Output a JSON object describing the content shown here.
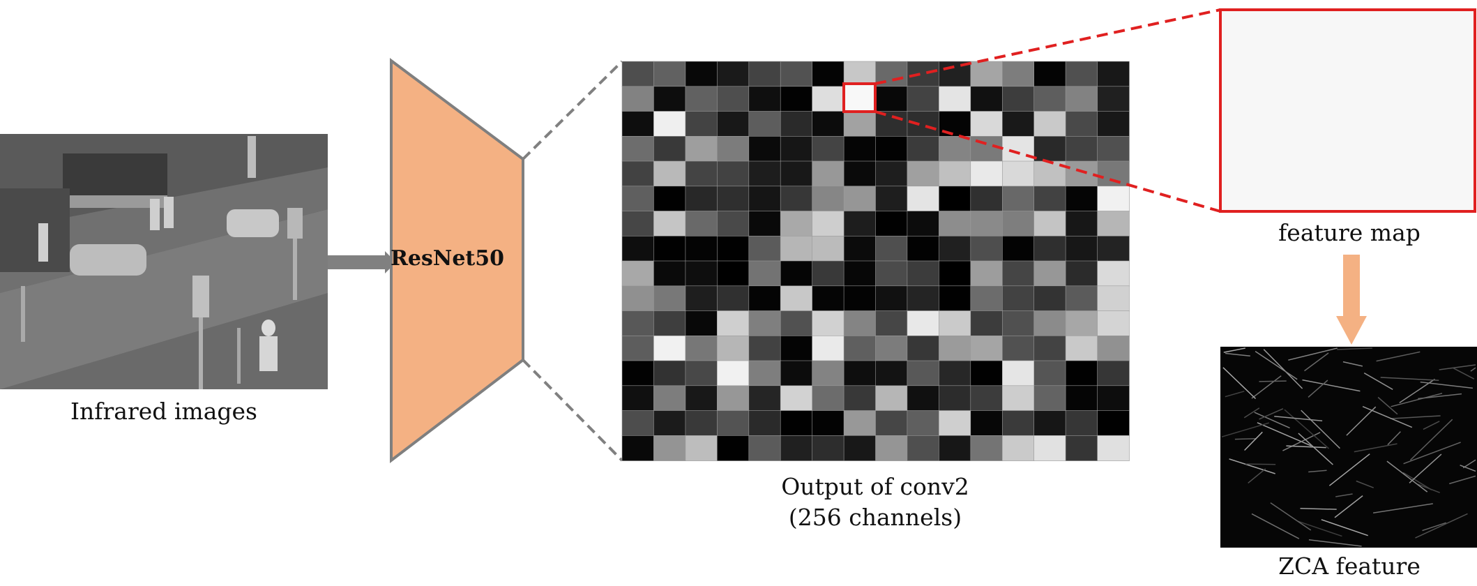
{
  "infrared": {
    "caption": "Infrared images"
  },
  "network": {
    "label": "ResNet50",
    "color": "#f4b183"
  },
  "conv_output": {
    "caption_line1": "Output of  conv2",
    "caption_line2": "(256 channels)",
    "rows": 16,
    "cols": 16
  },
  "feature_map": {
    "caption": "feature map",
    "highlight_color": "#e02020"
  },
  "zca": {
    "caption": "ZCA feature"
  }
}
